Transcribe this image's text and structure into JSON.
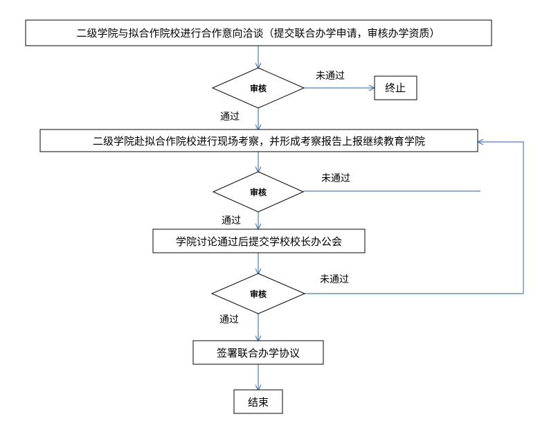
{
  "colors": {
    "connector": "#4a7ebb",
    "border": "#000000",
    "background": "#ffffff"
  },
  "nodes": {
    "step1": "二级学院与拟合作院校进行合作意向洽谈（提交联合办学申请，审核办学资质）",
    "review1": "审核",
    "terminate": "终止",
    "step2": "二级学院赴拟合作院校进行现场考察，并形成考察报告上报继续教育学院",
    "review2": "审核",
    "step3": "学院讨论通过后提交学校校长办公会",
    "review3": "审核",
    "step4": "签署联合办学协议",
    "end": "结束"
  },
  "edges": {
    "review1_fail": "未通过",
    "review1_pass": "通过",
    "review2_fail": "未通过",
    "review2_pass": "通过",
    "review3_fail": "未通过",
    "review3_pass": "通过"
  }
}
